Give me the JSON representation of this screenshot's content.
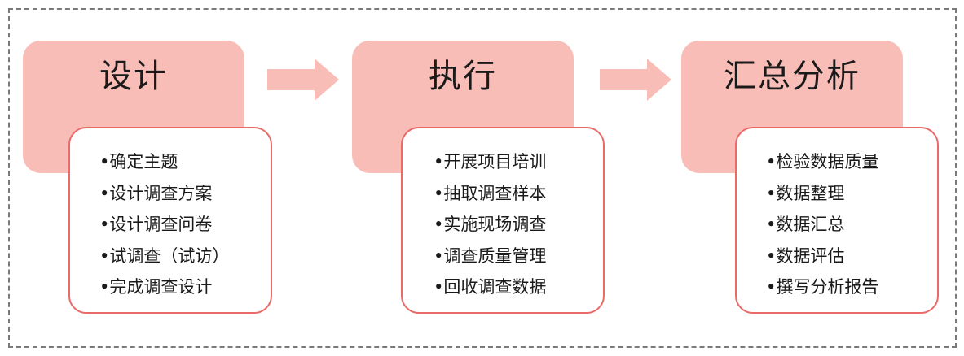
{
  "colors": {
    "stage_fill": "#f8bdb7",
    "detail_border": "#ea6a6a",
    "arrow_fill": "#f8bdb7",
    "frame_border": "#7a7a7a"
  },
  "stages": [
    {
      "title": "设计",
      "items": [
        "•确定主题",
        "•设计调查方案",
        "•设计调查问卷",
        "•试调查（试访）",
        "•完成调查设计"
      ]
    },
    {
      "title": "执行",
      "items": [
        "•开展项目培训",
        "•抽取调查样本",
        "•实施现场调查",
        "•调查质量管理",
        "•回收调查数据"
      ]
    },
    {
      "title": "汇总分析",
      "items": [
        "•检验数据质量",
        "•数据整理",
        "•数据汇总",
        "•数据评估",
        "•撰写分析报告"
      ]
    }
  ]
}
